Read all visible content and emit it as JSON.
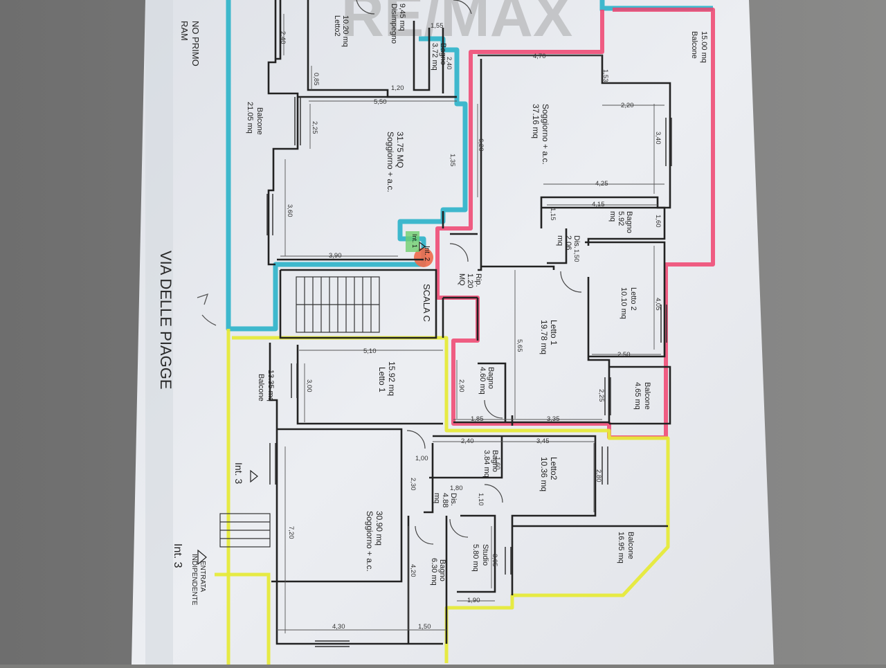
{
  "watermark": "RE/MAX",
  "header": {
    "floor": "NO PRIMO",
    "code": "RAM"
  },
  "street": "VIA DELLE PIAGGE",
  "stair": "SCALA C",
  "entrance": {
    "line1": "ENTRATA",
    "line2": "INDIPENDENTE"
  },
  "units": {
    "int1": {
      "label": "Int. 1",
      "color": "#2bb3c9"
    },
    "int2": {
      "label": "Int. 2",
      "color": "#f0436e"
    },
    "int3": {
      "label": "Int. 3",
      "label_top": "Int. 3",
      "color": "#e6ea3a"
    }
  },
  "rooms": {
    "disimpegno_a": {
      "name": "Disimpegno",
      "area": "9,45 mq"
    },
    "letto2_a": {
      "name": "Letto2",
      "area": "10.20 mq"
    },
    "bagno_a": {
      "name": "Bagno",
      "area": "3.72 mq"
    },
    "balcone_a": {
      "name": "Balcone",
      "area": "21.05 mq"
    },
    "soggiorno_a": {
      "name": "Soggiorno + a.c.",
      "area": "31.75 MQ"
    },
    "balcone_b": {
      "name": "Balcone",
      "area": "15.00 mq"
    },
    "soggiorno_b": {
      "name": "Soggiorno + a.c.",
      "area": "37.16 mq"
    },
    "bagno_b": {
      "name": "Bagno",
      "area": "5.92",
      "unit": "mq"
    },
    "dis_b": {
      "name": "Dis.",
      "area": "2.06",
      "unit": "mq"
    },
    "rip_b": {
      "name": "Rip.",
      "area": "1.20",
      "unit": "MQ"
    },
    "letto2_b": {
      "name": "Letto 2",
      "area": "10.10 mq"
    },
    "letto1_b": {
      "name": "Letto 1",
      "area": "19.78 mq"
    },
    "bagno_b2": {
      "name": "Bagno",
      "area": "4.60 mq"
    },
    "balcone_c": {
      "name": "Balcone",
      "area": "4.65 mq"
    },
    "balcone_d": {
      "name": "Balcone",
      "area": "13.35 mq"
    },
    "letto1_c": {
      "name": "Letto 1",
      "area": "15.92 mq"
    },
    "bagno_c": {
      "name": "Bagno",
      "area": "3.84 mq"
    },
    "letto2_c": {
      "name": "Letto2",
      "area": "10.36 mq"
    },
    "dis_c": {
      "name": "Dis.",
      "area": "4.88",
      "unit": "mq"
    },
    "soggiorno_c": {
      "name": "Soggiorno + a.c.",
      "area": "30.90 mq"
    },
    "bagno_c2": {
      "name": "Bagno",
      "area": "6.30 mq"
    },
    "studio_c": {
      "name": "Studio",
      "area": "5.80 mq"
    },
    "balcone_e": {
      "name": "Balcone",
      "area": "16.95 mq"
    }
  },
  "dimensions": [
    "2,40",
    "1,55",
    "2,40",
    "0,85",
    "1,20",
    "5,50",
    "2,25",
    "1,35",
    "3,60",
    "3,90",
    "4,70",
    "1,53",
    "2,20",
    "6,20",
    "3,40",
    "4,25",
    "4,15",
    "1,15",
    "1,50",
    "1,60",
    "4,05",
    "5,65",
    "2,50",
    "2,25",
    "5,10",
    "3,00",
    "2,90",
    "1,85",
    "3,35",
    "2,40",
    "1,60",
    "3,45",
    "2,80",
    "1,00",
    "2,30",
    "1,80",
    "1,10",
    "7,20",
    "4,20",
    "3,05",
    "1,90",
    "4,30",
    "1,50"
  ]
}
